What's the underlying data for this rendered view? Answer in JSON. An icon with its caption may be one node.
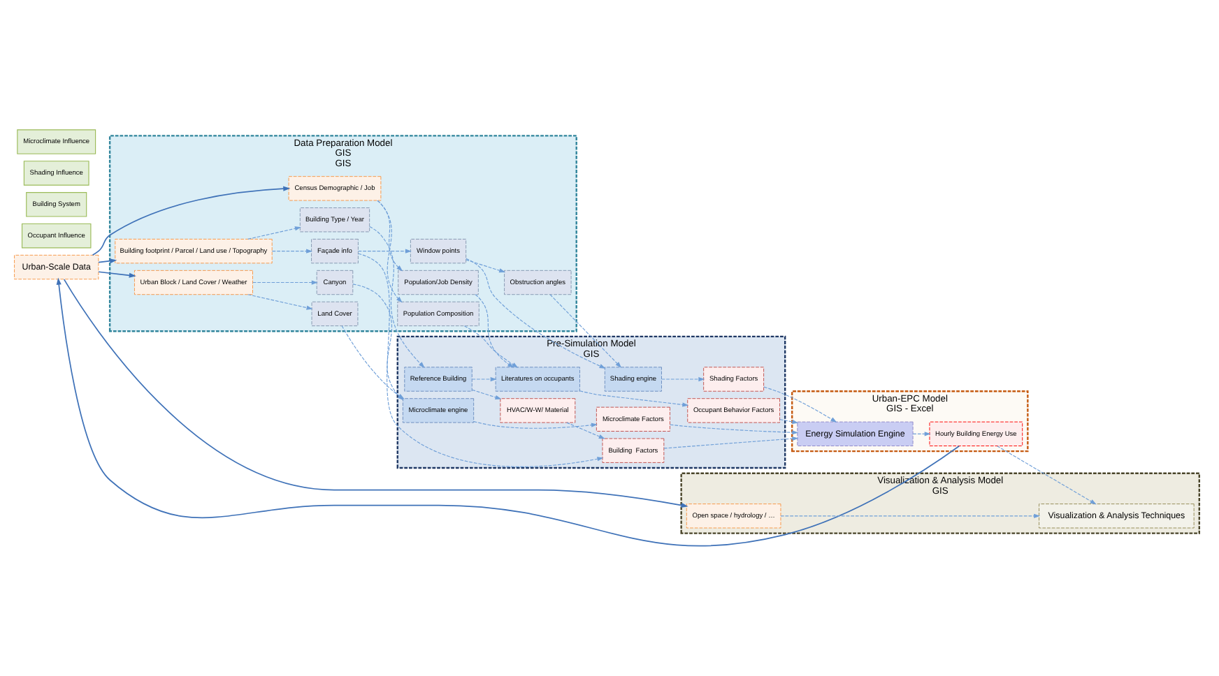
{
  "diagram": {
    "nodes": [
      {
        "text": [
          "Urban-Scale Data"
        ]
      },
      {
        "text": [
          "Data Preparation Model",
          "GIS",
          "GIS"
        ]
      },
      {
        "text": [
          "Census Demographic / Job"
        ],
        "in": 1
      },
      {
        "text": [
          "Building footprint / Parcel / Land use / Topography"
        ],
        "in": 1
      },
      {
        "text": [
          "Urban Block / Land Cover / Weather"
        ],
        "in": 1
      },
      {
        "text": [
          "Population/Job Density"
        ],
        "in": 1
      },
      {
        "text": [
          "Population Composition"
        ],
        "in": 1
      },
      {
        "text": [
          "Building Type / Year"
        ],
        "in": 1
      },
      {
        "text": [
          "Façade info"
        ],
        "in": 1
      },
      {
        "text": [
          "Window points"
        ],
        "in": 1
      },
      {
        "text": [
          "Obstruction angles"
        ],
        "in": 1
      },
      {
        "text": [
          "Canyon"
        ],
        "in": 1
      },
      {
        "text": [
          "Land Cover"
        ],
        "in": 1
      },
      {
        "text": [
          "Pre-Simulation Model",
          "GIS"
        ]
      },
      {
        "text": [
          "Literatures on occupants"
        ],
        "in": 13
      },
      {
        "text": [
          "Occupant Behavior Factors"
        ],
        "in": 13
      },
      {
        "text": [
          "Reference Building"
        ],
        "in": 13
      },
      {
        "text": [
          "HVAC/W-W/ Material"
        ],
        "in": 13
      },
      {
        "text": [
          "Building  Factors"
        ],
        "in": 13
      },
      {
        "text": [
          "Shading engine"
        ],
        "in": 13
      },
      {
        "text": [
          "Shading Factors"
        ],
        "in": 13
      },
      {
        "text": [
          "Microclimate engine"
        ],
        "in": 13
      },
      {
        "text": [
          "Microclimate Factors"
        ],
        "in": 13
      },
      {
        "text": [
          "Occupant Influence"
        ]
      },
      {
        "text": [
          "Building System"
        ]
      },
      {
        "text": [
          "Shading Influence"
        ]
      },
      {
        "text": [
          "Microclimate Influence"
        ]
      },
      {
        "text": [
          "Urban-EPC Model",
          "GIS - Excel"
        ]
      },
      {
        "text": [
          "Energy Simulation Engine"
        ],
        "in": 27
      },
      {
        "text": [
          "Hourly Building Energy Use"
        ],
        "in": 27
      },
      {
        "text": [
          "Visualization & Analysis Model",
          "GIS"
        ]
      },
      {
        "text": [
          "Open space / hydrology / …"
        ],
        "in": 30
      },
      {
        "text": [
          "Visualization & Analysis Techniques"
        ],
        "in": 30
      }
    ],
    "edges": [
      {
        "from": 0,
        "to": 2,
        "arrow": "to"
      },
      {
        "from": 0,
        "to": 3,
        "arrow": "to"
      },
      {
        "from": 0,
        "to": 4,
        "arrow": "to"
      },
      {
        "from": 0,
        "to": 31,
        "arrow": "to"
      },
      {
        "from": 2,
        "to": 5,
        "arrow": "to",
        "style": "dashed"
      },
      {
        "from": 2,
        "to": 6,
        "arrow": "to",
        "style": "dashed"
      },
      {
        "from": 5,
        "to": 14,
        "arrow": "to",
        "style": "dashed"
      },
      {
        "from": 6,
        "to": 14,
        "arrow": "to",
        "style": "dashed"
      },
      {
        "from": 3,
        "to": 7,
        "arrow": "to",
        "style": "dashed"
      },
      {
        "from": 3,
        "to": 8,
        "arrow": "to",
        "style": "dashed"
      },
      {
        "from": 7,
        "to": 16,
        "arrow": "to",
        "style": "dashed"
      },
      {
        "from": 8,
        "to": 18,
        "arrow": "to",
        "style": "dashed"
      },
      {
        "from": 8,
        "to": 9,
        "arrow": "to",
        "style": "dashed"
      },
      {
        "from": 9,
        "to": 10,
        "arrow": "to",
        "style": "dashed"
      },
      {
        "from": 9,
        "to": 19,
        "arrow": "to",
        "style": "dashed"
      },
      {
        "from": 10,
        "to": 19,
        "arrow": "to",
        "style": "dashed"
      },
      {
        "from": 16,
        "to": 14,
        "arrow": "to",
        "style": "dashed"
      },
      {
        "from": 14,
        "to": 15,
        "arrow": "to",
        "style": "dashed"
      },
      {
        "from": 16,
        "to": 17,
        "arrow": "to",
        "style": "dashed"
      },
      {
        "from": 17,
        "to": 18,
        "arrow": "to",
        "style": "dashed"
      },
      {
        "from": 19,
        "to": 20,
        "arrow": "to",
        "style": "dashed"
      },
      {
        "from": 4,
        "to": 11,
        "arrow": "to",
        "style": "dashed"
      },
      {
        "from": 4,
        "to": 12,
        "arrow": "to",
        "style": "dashed"
      },
      {
        "from": 11,
        "to": 21,
        "arrow": "to",
        "style": "dashed"
      },
      {
        "from": 12,
        "to": 21,
        "arrow": "to",
        "style": "dashed"
      },
      {
        "from": 21,
        "to": 22,
        "arrow": "to",
        "style": "dashed"
      },
      {
        "from": 15,
        "to": 28,
        "arrow": "to",
        "style": "dashed"
      },
      {
        "from": 18,
        "to": 28,
        "arrow": "to",
        "style": "dashed"
      },
      {
        "from": 20,
        "to": 28,
        "arrow": "to",
        "style": "dashed"
      },
      {
        "from": 22,
        "to": 28,
        "arrow": "to",
        "style": "dashed"
      },
      {
        "from": 28,
        "to": 29,
        "arrow": "to",
        "style": "dashed"
      },
      {
        "from": 29,
        "to": 32,
        "arrow": "to",
        "style": "dashed"
      },
      {
        "from": 31,
        "to": 32,
        "arrow": "to",
        "style": "dashed"
      },
      {
        "from": 29,
        "to": 0,
        "arrow": "to"
      }
    ]
  }
}
